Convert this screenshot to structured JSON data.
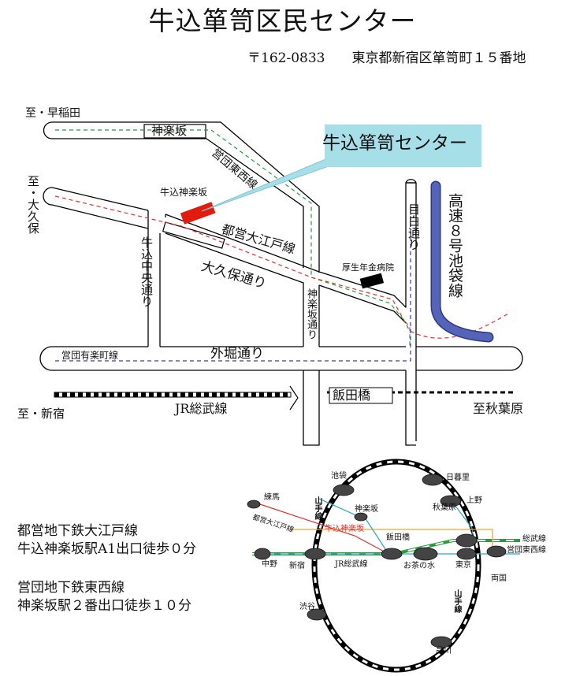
{
  "title": "牛込箪笥区民センター",
  "address": {
    "postal": "〒162-0833",
    "location": "東京都新宿区箪笥町１５番地"
  },
  "map": {
    "callout": "牛込箪笥センター",
    "labels": {
      "to_waseda": "至・早稲田",
      "to_okubo": "至・大久保",
      "to_shinjuku": "至・新宿",
      "to_akihabara": "至秋葉原",
      "kagurazaka": "神楽坂",
      "eidan_tozai_line": "営団東西線",
      "ushigome_kagurazaka": "牛込神楽坂",
      "toei_oedo_line": "都営大江戸線",
      "okubo_dori": "大久保通り",
      "ushigome_chuo_dori": "牛込中央通り",
      "mejiro_dori": "目白通り",
      "expressway": "高速８号池袋線",
      "kosei_nenkin_hospital": "厚生年金病院",
      "kagurazaka_dori": "神楽坂通り",
      "yurakucho_line": "営団有楽町線",
      "sotobori_dori": "外堀通り",
      "iidabashi": "飯田橋",
      "jr_sobu_line": "JR総武線"
    },
    "colors": {
      "road": "#000000",
      "expressway": "#5563b8",
      "building": "#e31b0f",
      "callout": "#a6dfe8",
      "tozai": "#2a9a3a",
      "oedo": "#e03030",
      "yurakucho": "#3a3aa8"
    }
  },
  "rail_map": {
    "labels": {
      "ikebukuro": "池袋",
      "nippori": "日暮里",
      "nerima": "練馬",
      "kagurazaka": "神楽坂",
      "akihabara": "秋葉原",
      "ueno": "上野",
      "yamanote_top": "山手線",
      "toei_oedo": "都営大江戸線",
      "ushigome_kagurazaka": "牛込神楽坂",
      "iidabashi": "飯田橋",
      "sobu_line": "総武線",
      "eidan_tozai": "営団東西線",
      "nakano": "中野",
      "shinjuku": "新宿",
      "jr_sobu": "JR総武線",
      "ochanomizu": "お茶の水",
      "tokyo": "東京",
      "ryogoku": "両国",
      "shibuya": "渋谷",
      "yamanote_right": "山手線",
      "shinagawa": "品川"
    }
  },
  "access": [
    {
      "line": "都営地下鉄大江戸線",
      "detail": "牛込神楽坂駅A1出口徒歩０分"
    },
    {
      "line": "営団地下鉄東西線",
      "detail": "神楽坂駅２番出口徒歩１０分"
    }
  ]
}
